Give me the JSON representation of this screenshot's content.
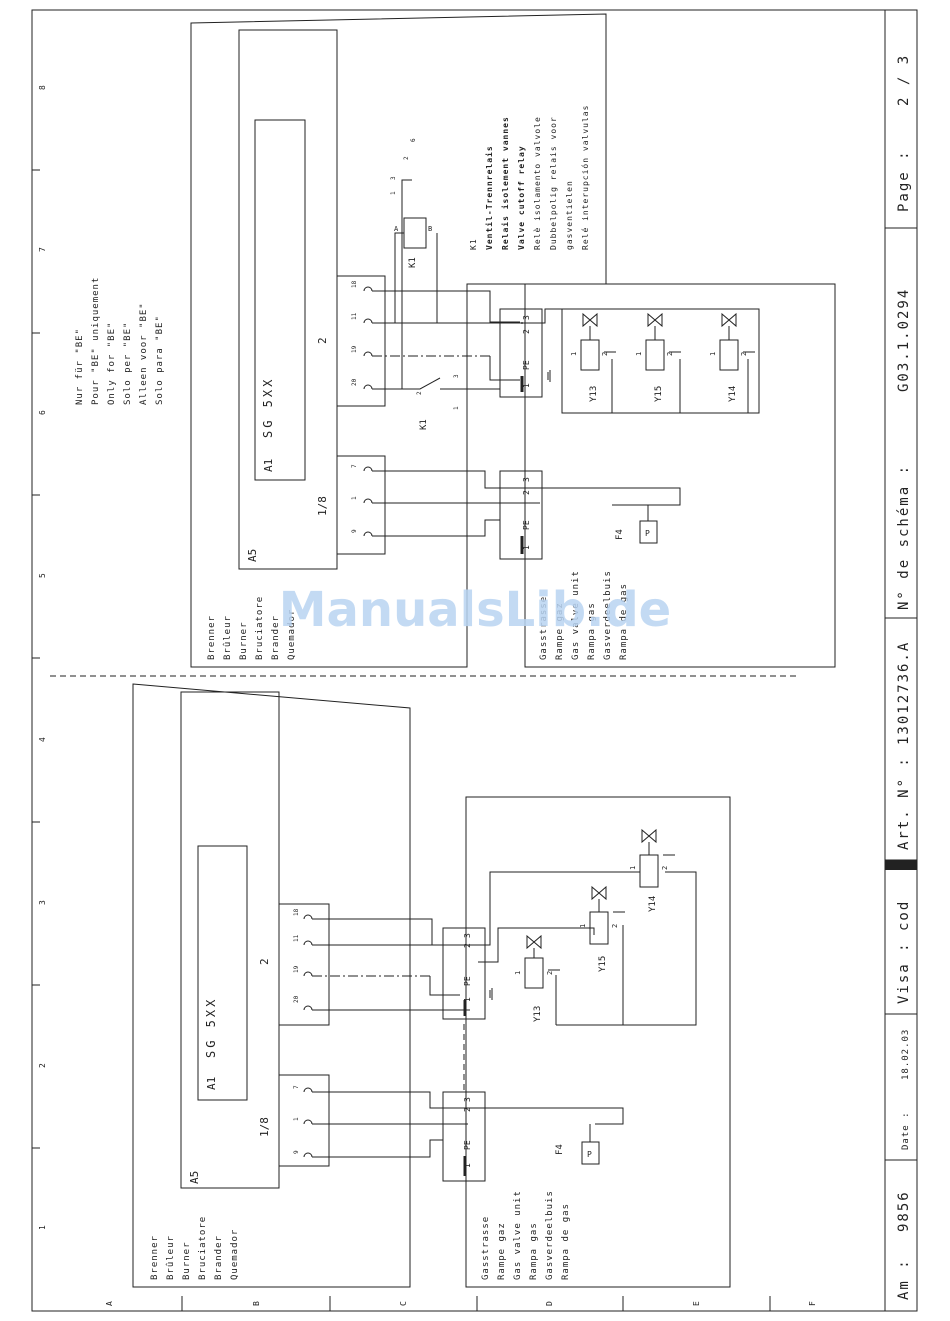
{
  "title_block": {
    "am_label": "Am :",
    "am_value": "9856",
    "date_label": "Date :",
    "date_value": "18.02.03",
    "visa_label": "Visa : cod",
    "art_label": "Art. N° :",
    "art_value": "13012736.A",
    "schema_label": "N° de schéma :",
    "schema_value": "G03.1.0294",
    "page_label": "Page :",
    "page_value": "2 / 3"
  },
  "watermark": "ManualsLib.de",
  "border_numbers": [
    "1",
    "2",
    "3",
    "4",
    "5",
    "6",
    "7",
    "8"
  ],
  "border_letters": [
    "A",
    "B",
    "C",
    "D",
    "E",
    "F"
  ],
  "upper": {
    "note_lines": [
      "Nur für \"BE\"",
      "Pour \"BE\" uniquement",
      "Only for \"BE\"",
      "Solo per \"BE\"",
      "Alleen voor \"BE\"",
      "Solo para \"BE\""
    ],
    "relay": {
      "tag": "K1",
      "lines": [
        "Ventil-Trennrelais",
        "Relais isolement vannes",
        "Valve cutoff relay",
        "Relè isolamento valvole",
        "Dubbelpolig relais voor",
        "gasventielen",
        "Relé interupción valvulas"
      ],
      "coil_a": "A",
      "coil_b": "B",
      "contact_1": "1",
      "contact_2": "2",
      "contact_3": "3",
      "contact_6": "6"
    },
    "controller": {
      "a5": "A5",
      "a1": "A1",
      "model": "SG 5XX",
      "conn_2": "2",
      "conn_18": "1/8"
    },
    "burner_lines": [
      "Brenner",
      "Brûleur",
      "Burner",
      "Bruciatore",
      "Brander",
      "Quemador"
    ],
    "gas_lines": [
      "Gasstrasse",
      "Rampe gaz",
      "Gas valve unit",
      "Rampa gas",
      "Gasverdeelbuis",
      "Rampa de gas"
    ],
    "pins_top": [
      "18",
      "11",
      "19",
      "20"
    ],
    "pins_bottom": [
      "7",
      "1",
      "9"
    ],
    "valves": [
      "Y13",
      "Y15",
      "Y14"
    ],
    "switch": "F4",
    "pressure": "P",
    "plug_pe": "PE",
    "plug_1": "1",
    "plug_2": "2",
    "plug_3": "3"
  },
  "lower": {
    "controller": {
      "a5": "A5",
      "a1": "A1",
      "model": "SG 5XX",
      "conn_2": "2",
      "conn_18": "1/8"
    },
    "burner_lines": [
      "Brenner",
      "Brûleur",
      "Burner",
      "Bruciatore",
      "Brander",
      "Quemador"
    ],
    "gas_lines": [
      "Gasstrasse",
      "Rampe gaz",
      "Gas valve unit",
      "Rampa gas",
      "Gasverdeelbuis",
      "Rampa de gas"
    ],
    "pins_top": [
      "18",
      "11",
      "19",
      "20"
    ],
    "pins_bottom": [
      "7",
      "1",
      "9"
    ],
    "valves": [
      "Y13",
      "Y15",
      "Y14"
    ],
    "switch": "F4",
    "pressure": "P",
    "plug_pe": "PE",
    "plug_1": "1",
    "plug_2": "2",
    "plug_3": "3"
  },
  "colors": {
    "ink": "#222222",
    "watermark": "#b9d4f2"
  }
}
